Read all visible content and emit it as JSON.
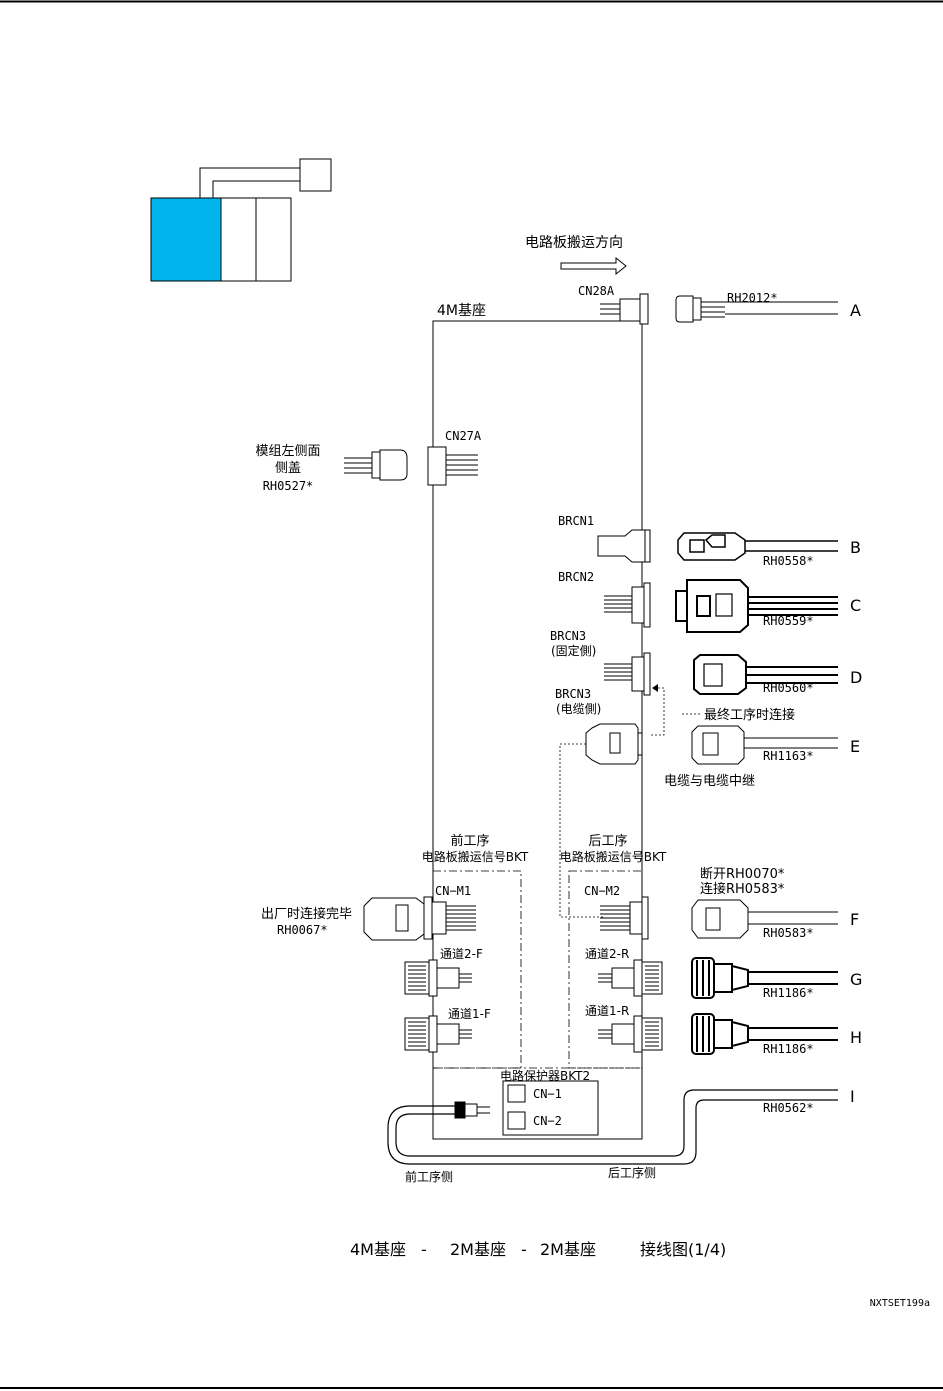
{
  "header": {
    "left": "",
    "right": ""
  },
  "diagram": {
    "transfer_direction": "电路板搬运方向",
    "base_label": "4M基座",
    "connectors": {
      "cn28a": "CN28A",
      "cn27a": "CN27A",
      "brcn1": "BRCN1",
      "brcn2": "BRCN2",
      "brcn3_fixed": "BRCN3",
      "brcn3_fixed_note": "(固定側)",
      "brcn3_cable": "BRCN3",
      "brcn3_cable_note": "(电缆側)",
      "cn_m1": "CN−M1",
      "cn_m2": "CN−M2",
      "ch2_f": "通道2-F",
      "ch1_f": "通道1-F",
      "ch2_r": "通道2-R",
      "ch1_r": "通道1-R",
      "cn1": "CN−1",
      "cn2": "CN−2"
    },
    "cable_codes": {
      "rh2012": "RH2012*",
      "rh0558": "RH0558*",
      "rh0559": "RH0559*",
      "rh0560": "RH0560*",
      "rh1163": "RH1163*",
      "rh0583": "RH0583*",
      "rh1186_g": "RH1186*",
      "rh1186_h": "RH1186*",
      "rh0562": "RH0562*"
    },
    "left_cover": {
      "line1": "模组左侧面",
      "line2": "侧盖",
      "code": "RH0527*"
    },
    "factory": {
      "line1": "出厂时连接完毕",
      "code": "RH0067*"
    },
    "final_connect": "最终工序时连接",
    "relay_note": "电缆与电缆中继",
    "front_bkt": {
      "line1": "前工序",
      "line2": "电路板搬运信号BKT"
    },
    "rear_bkt": {
      "line1": "后工序",
      "line2": "电路板搬运信号BKT"
    },
    "disconnect": {
      "line1": "断开RH0070*",
      "line2": "连接RH0583*"
    },
    "breaker": "电路保护器BKT2",
    "front_side": "前工序侧",
    "rear_side": "后工序侧",
    "letters": [
      "A",
      "B",
      "C",
      "D",
      "E",
      "F",
      "G",
      "H",
      "I"
    ]
  },
  "caption": {
    "part1": "4M基座",
    "sep1": "-",
    "part2": "2M基座",
    "sep2": "-",
    "part3": "2M基座",
    "title": "接线图(1/4)"
  },
  "figure_id": "NXTSET199a",
  "colors": {
    "highlight": "#00b4ec",
    "line": "#000000"
  }
}
